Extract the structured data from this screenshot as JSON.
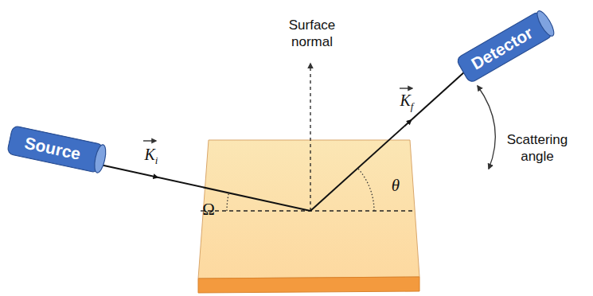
{
  "diagram": {
    "nodes": [
      {
        "text": [
          "Source"
        ]
      },
      {
        "text": [
          "Detector"
        ]
      }
    ],
    "labels": [
      "Surface normal",
      "Ki",
      "Kf",
      "Ω",
      "θ",
      "Scattering angle"
    ]
  }
}
